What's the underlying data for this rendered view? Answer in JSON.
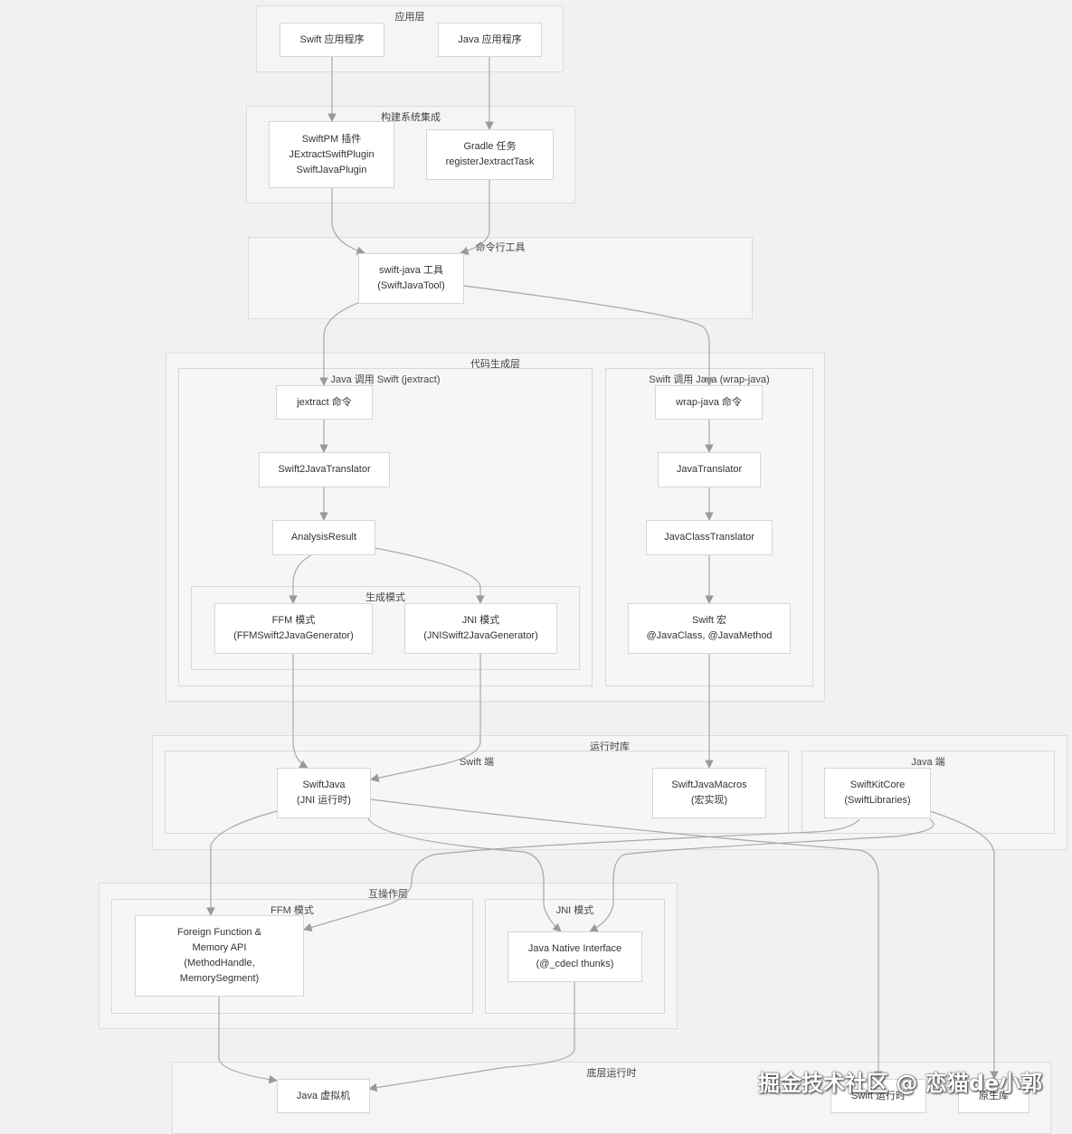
{
  "clusters": {
    "app_layer": "应用层",
    "build_layer": "构建系统集成",
    "cli_layer": "命令行工具",
    "codegen_layer": "代码生成层",
    "jextract_group": "Java 调用 Swift (jextract)",
    "wrapjava_group": "Swift 调用 Java (wrap-java)",
    "gen_mode_group": "生成模式",
    "runtime_layer": "运行时库",
    "swift_side": "Swift 端",
    "java_side": "Java 端",
    "interop_layer": "互操作层",
    "ffm_mode": "FFM 模式",
    "jni_mode": "JNI 模式",
    "base_runtime": "底层运行时"
  },
  "nodes": {
    "swift_app": [
      "Swift 应用程序"
    ],
    "java_app": [
      "Java 应用程序"
    ],
    "swiftpm_plugin": [
      "SwiftPM 插件",
      "JExtractSwiftPlugin",
      "SwiftJavaPlugin"
    ],
    "gradle_task": [
      "Gradle 任务",
      "registerJextractTask"
    ],
    "swift_java_tool": [
      "swift-java 工具",
      "(SwiftJavaTool)"
    ],
    "jextract_cmd": [
      "jextract 命令"
    ],
    "swift2java_translator": [
      "Swift2JavaTranslator"
    ],
    "analysis_result": [
      "AnalysisResult"
    ],
    "ffm_mode_gen": [
      "FFM 模式",
      "(FFMSwift2JavaGenerator)"
    ],
    "jni_mode_gen": [
      "JNI 模式",
      "(JNISwift2JavaGenerator)"
    ],
    "wrap_java_cmd": [
      "wrap-java 命令"
    ],
    "java_translator": [
      "JavaTranslator"
    ],
    "java_class_translator": [
      "JavaClassTranslator"
    ],
    "swift_macros": [
      "Swift 宏",
      "@JavaClass, @JavaMethod"
    ],
    "swift_java": [
      "SwiftJava",
      "(JNI 运行时)"
    ],
    "swift_java_macros": [
      "SwiftJavaMacros",
      "(宏实现)"
    ],
    "swift_kit_core": [
      "SwiftKitCore",
      "(SwiftLibraries)"
    ],
    "ffm_api": [
      "Foreign Function &",
      "Memory API",
      "(MethodHandle,",
      "MemorySegment)"
    ],
    "jni_api": [
      "Java Native Interface",
      "(@_cdecl thunks)"
    ],
    "jvm": [
      "Java 虚拟机"
    ],
    "swift_runtime": [
      "Swift 运行时"
    ],
    "native_lib": [
      "原生库"
    ]
  },
  "watermark": "掘金技术社区 @ 恋猫de小郭"
}
